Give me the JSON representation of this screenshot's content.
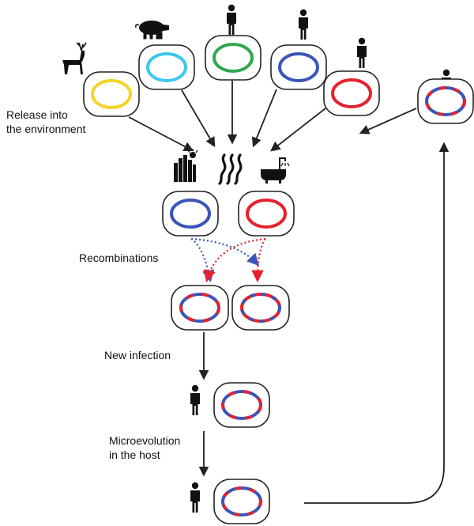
{
  "labels": {
    "release_line1": "Release into",
    "release_line2": "the environment",
    "recombinations": "Recombinations",
    "new_infection": "New infection",
    "microevolution_line1": "Microevolution",
    "microevolution_line2": "in the host"
  },
  "colors": {
    "yellow": "#f5d327",
    "cyan": "#3fc6ef",
    "green": "#2fa84f",
    "blue": "#3b55b8",
    "red": "#e8202e",
    "outline": "#222222",
    "arrow": "#222222"
  },
  "icons": [
    "deer-icon",
    "pig-icon",
    "person-icon",
    "city-icon",
    "river-icon",
    "bathtub-icon"
  ]
}
